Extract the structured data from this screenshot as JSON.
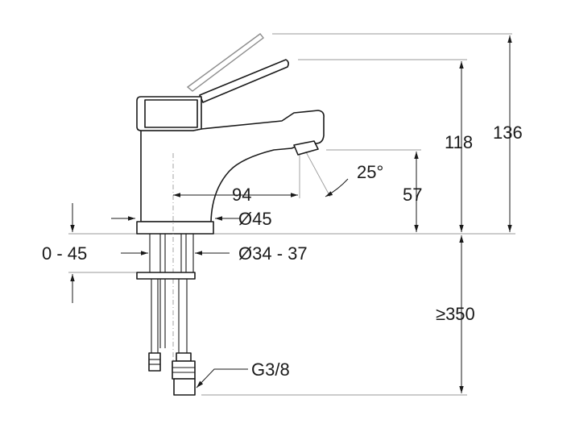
{
  "diagram": {
    "dimensions": {
      "spout_reach": "94",
      "outlet_height": "57",
      "lever_height": "118",
      "lever_raised_height": "136",
      "spout_angle": "25°",
      "body_diameter": "Ø45",
      "mounting_hole_diameter": "Ø34 - 37",
      "deck_thickness": "0 - 45",
      "hose_length": "≥350",
      "connection_thread": "G3/8"
    },
    "colors": {
      "line": "#1a1a1a",
      "extension_line": "#9a9a9a",
      "ghost_line": "#8c8c8c",
      "background": "#ffffff"
    }
  }
}
